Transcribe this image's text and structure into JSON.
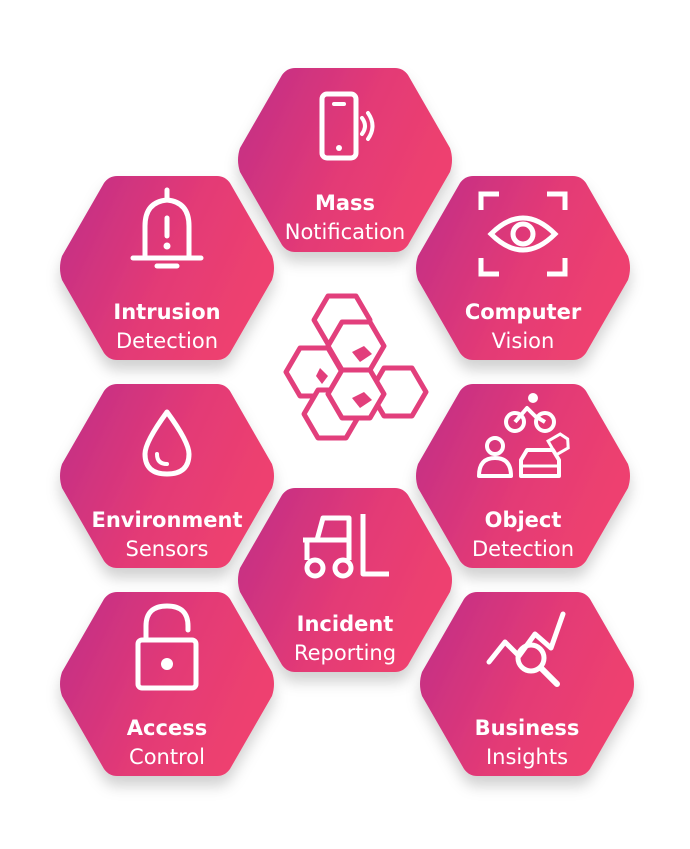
{
  "colors": {
    "hex_start": "#c02f86",
    "hex_end": "#ec3d72",
    "text": "#ffffff",
    "logo": "#e23f7c"
  },
  "cells": [
    {
      "key": "mass-notification",
      "title": "Mass",
      "subtitle": "Notification",
      "icon": "phone-vibrate-icon"
    },
    {
      "key": "intrusion-detection",
      "title": "Intrusion",
      "subtitle": "Detection",
      "icon": "alarm-bell-icon"
    },
    {
      "key": "computer-vision",
      "title": "Computer",
      "subtitle": "Vision",
      "icon": "eye-scan-icon"
    },
    {
      "key": "environment-sensors",
      "title": "Environment",
      "subtitle": "Sensors",
      "icon": "water-drop-icon"
    },
    {
      "key": "object-detection",
      "title": "Object",
      "subtitle": "Detection",
      "icon": "people-bike-car-icon"
    },
    {
      "key": "incident-reporting",
      "title": "Incident",
      "subtitle": "Reporting",
      "icon": "forklift-icon"
    },
    {
      "key": "access-control",
      "title": "Access",
      "subtitle": "Control",
      "icon": "padlock-open-icon"
    },
    {
      "key": "business-insights",
      "title": "Business",
      "subtitle": "Insights",
      "icon": "chart-search-icon"
    }
  ],
  "center": {
    "icon": "hex-cluster-logo-icon"
  }
}
